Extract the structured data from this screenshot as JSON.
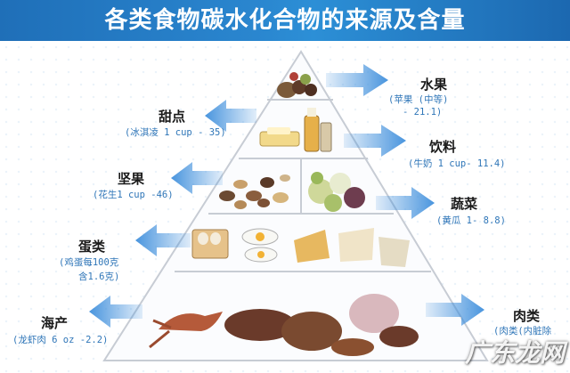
{
  "header": {
    "title": "各类食物碳水化合物的来源及含量"
  },
  "right_labels": {
    "fruit": {
      "title": "水果",
      "detail_line1": "(苹果 (中等)",
      "detail_line2": "- 21.1)"
    },
    "drink": {
      "title": "饮料",
      "detail": "(牛奶 1 cup- 11.4)"
    },
    "veg": {
      "title": "蔬菜",
      "detail": "(黄瓜 1- 8.8)"
    },
    "meat": {
      "title": "肉类",
      "detail": "(肉类(内脏除"
    }
  },
  "left_labels": {
    "dessert": {
      "title": "甜点",
      "detail": "(冰淇凌 1 cup - 35)"
    },
    "nut": {
      "title": "坚果",
      "detail": "(花生1 cup -46)"
    },
    "egg": {
      "title": "蛋类",
      "detail_line1": "(鸡蛋每100克",
      "detail_line2": "含1.6克)"
    },
    "seafood": {
      "title": "海产",
      "detail": "(龙虾肉 6 oz -2.2)"
    }
  },
  "watermark": "广东龙网",
  "colors": {
    "header": "#2a86cf",
    "arrow": "#3f8fdc",
    "detail_text": "#2f76b8"
  }
}
